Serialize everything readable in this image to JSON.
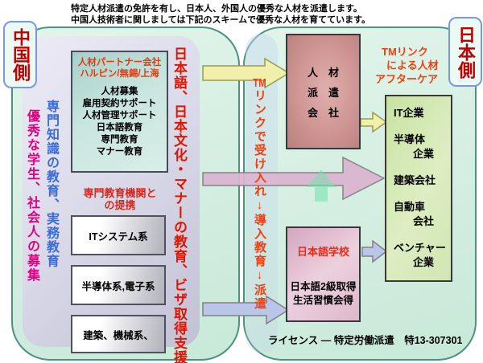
{
  "header": {
    "line1": "特定人材派遣の免許を有し、日本人、外国人の優秀な人材を派遣します。",
    "line2": "中国人技術者に関しましては下記のスキームで優秀な人材を育てています。"
  },
  "china_side": {
    "badge": "中国側",
    "vertical_recruit": "優秀な学生、社会人の募集",
    "vertical_education": "専門知識の教育、実務教育",
    "partner_box": {
      "title_line1": "人材パートナー会社",
      "title_line2": "ハルピン/無錫/上海",
      "services": [
        "人材募集",
        "雇用契約サポート",
        "人材管理サポート",
        "日本語教育",
        "専門教育",
        "マナー教育"
      ]
    },
    "alliance_line1": "専門教育機関と",
    "alliance_line2": "の提携",
    "school_boxes": [
      "ITシステム系",
      "半導体系,電子系",
      "建築、機械系、"
    ],
    "vertical_support": "日本語、日本文化・マナーの教育、ビザ取得支援"
  },
  "japan_side": {
    "badge": "日本側",
    "vertical_flow_prefix": "TM",
    "vertical_flow": "リンクで受け入れ↓導入教育↓派遣",
    "dispatch_box": {
      "line1": "人　材",
      "line2": "派　遣",
      "line3": "会　社"
    },
    "aftercare_line1": "TMリンク",
    "aftercare_line2": "による人材",
    "aftercare_line3": "アフターケア",
    "company_lines": [
      "IT企業",
      "半導体",
      "企業",
      "建築会社",
      "自動車",
      "会社",
      "ベンチャー",
      "企業"
    ],
    "language_school_box": {
      "title": "日本語学校",
      "line1": "日本語2級取得",
      "line2": "生活習慣会得"
    },
    "license": "ライセンス ― 特定労働派遣　特13-307301"
  },
  "colors": {
    "badge_text": "#c00000",
    "red_accent": "#e8380d",
    "blue_text": "#3a6bd6",
    "magenta_text": "#e0007f",
    "container_fill": "#d6efe3",
    "container_border": "#4d9183",
    "arrow_yellow": "#f0f0ac",
    "arrow_pink": "#dcb6d2",
    "arrow_blue": "#b9c6ea",
    "arrow_green": "#6fe2ac"
  }
}
